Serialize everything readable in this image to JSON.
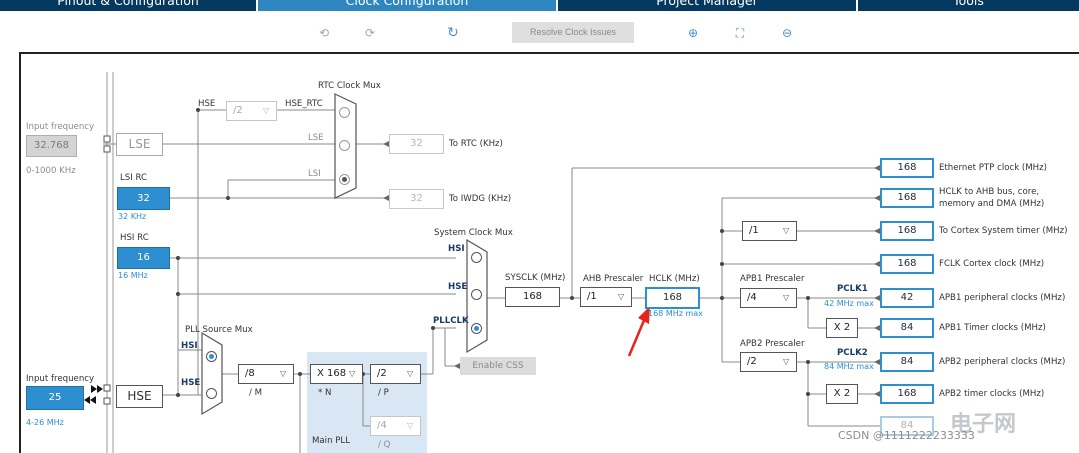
{
  "tabs": [
    {
      "label": "Pinout & Configuration",
      "active": false
    },
    {
      "label": "Clock Configuration",
      "active": true
    },
    {
      "label": "Project Manager",
      "active": false
    },
    {
      "label": "Tools",
      "active": false
    }
  ],
  "toolbar": {
    "undo_icon": "undo-icon",
    "redo_icon": "redo-icon",
    "refresh_icon": "refresh-icon",
    "resolve_label": "Resolve Clock Issues",
    "zoom_in_icon": "zoom-in-icon",
    "fit_icon": "fit-screen-icon",
    "zoom_out_icon": "zoom-out-icon"
  },
  "left": {
    "lse_input_label": "Input frequency",
    "lse_input_value": "32.768",
    "lse_range": "0-1000 KHz",
    "lse_label": "LSE",
    "lsi_label": "LSI RC",
    "lsi_value": "32",
    "lsi_unit": "32 KHz",
    "hsi_label": "HSI RC",
    "hsi_value": "16",
    "hsi_unit": "16 MHz",
    "hse_input_label": "Input frequency",
    "hse_input_value": "25",
    "hse_range": "4-26 MHz",
    "hse_label": "HSE"
  },
  "rtc": {
    "mux_label": "RTC Clock Mux",
    "hse_label": "HSE",
    "div_value": "/2",
    "hse_rtc_label": "HSE_RTC",
    "lse_label": "LSE",
    "lsi_label": "LSI",
    "rtc_value": "32",
    "rtc_label": "To RTC (KHz)",
    "iwdg_value": "32",
    "iwdg_label": "To IWDG (KHz)"
  },
  "pll": {
    "src_mux_label": "PLL Source Mux",
    "hsi_label": "HSI",
    "hse_label": "HSE",
    "m_value": "/8",
    "m_label": "/ M",
    "n_value": "X 168",
    "n_label": "* N",
    "p_value": "/2",
    "p_label": "/ P",
    "q_value": "/4",
    "q_label": "/ Q",
    "main_pll_label": "Main PLL"
  },
  "sysclk": {
    "mux_label": "System Clock Mux",
    "hsi_label": "HSI",
    "hse_label": "HSE",
    "pllclk_label": "PLLCLK",
    "sysclk_label": "SYSCLK (MHz)",
    "sysclk_value": "168",
    "enable_css_label": "Enable CSS",
    "ahb_label": "AHB Prescaler",
    "ahb_value": "/1",
    "hclk_label": "HCLK (MHz)",
    "hclk_value": "168",
    "hclk_max": "168 MHz max"
  },
  "apb": {
    "apb1_label": "APB1 Prescaler",
    "apb1_value": "/4",
    "pclk1_label": "PCLK1",
    "pclk1_max": "42 MHz max",
    "apb1_timer_mul": "X 2",
    "apb2_label": "APB2 Prescaler",
    "apb2_value": "/2",
    "pclk2_label": "PCLK2",
    "pclk2_max": "84 MHz max",
    "apb2_timer_mul": "X 2",
    "cortex_div": "/1"
  },
  "outputs": [
    {
      "value": "168",
      "label": "Ethernet PTP clock (MHz)"
    },
    {
      "value": "168",
      "label": "HCLK to AHB bus, core,"
    },
    {
      "value": "168",
      "label": "To Cortex System timer (MHz)"
    },
    {
      "value": "168",
      "label": "FCLK Cortex clock (MHz)"
    },
    {
      "value": "42",
      "label": "APB1 peripheral clocks (MHz)"
    },
    {
      "value": "84",
      "label": "APB1 Timer clocks (MHz)"
    },
    {
      "value": "84",
      "label": "APB2 peripheral clocks (MHz)"
    },
    {
      "value": "168",
      "label": "APB2 timer clocks (MHz)"
    },
    {
      "value": "84",
      "label": ""
    }
  ],
  "output_ahb_line2": "memory and DMA (MHz)",
  "watermark": "CSDN @1111222233333",
  "watermark_logo": "电子网",
  "colors": {
    "tab_bg": "#04385f",
    "tab_active": "#2e86c1",
    "accent": "#2e8fd0",
    "annotation_arrow": "#e8231c"
  }
}
